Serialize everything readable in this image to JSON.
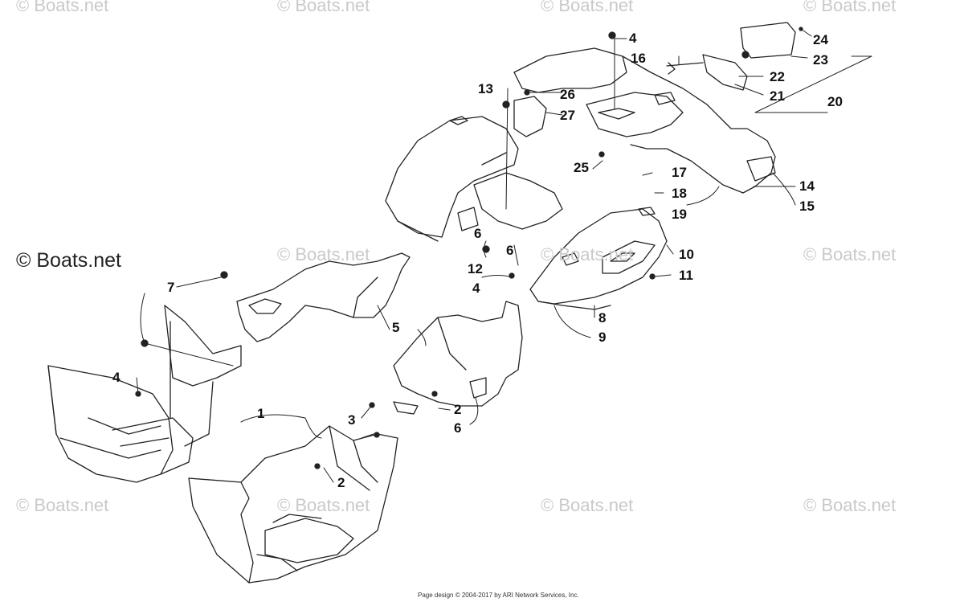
{
  "watermarks": {
    "faint": "© Boats.net",
    "bold": "© Boats.net"
  },
  "callouts": [
    "1",
    "2",
    "2",
    "3",
    "4",
    "4",
    "4",
    "5",
    "6",
    "6",
    "6",
    "7",
    "8",
    "9",
    "10",
    "11",
    "12",
    "13",
    "14",
    "15",
    "16",
    "17",
    "18",
    "19",
    "20",
    "21",
    "22",
    "23",
    "24",
    "25",
    "26",
    "27"
  ],
  "footer": "Page design © 2004-2017 by ARI Network Services, Inc.",
  "colors": {
    "line": "#222222",
    "watermark": "#c9c9c9",
    "background": "#ffffff"
  }
}
